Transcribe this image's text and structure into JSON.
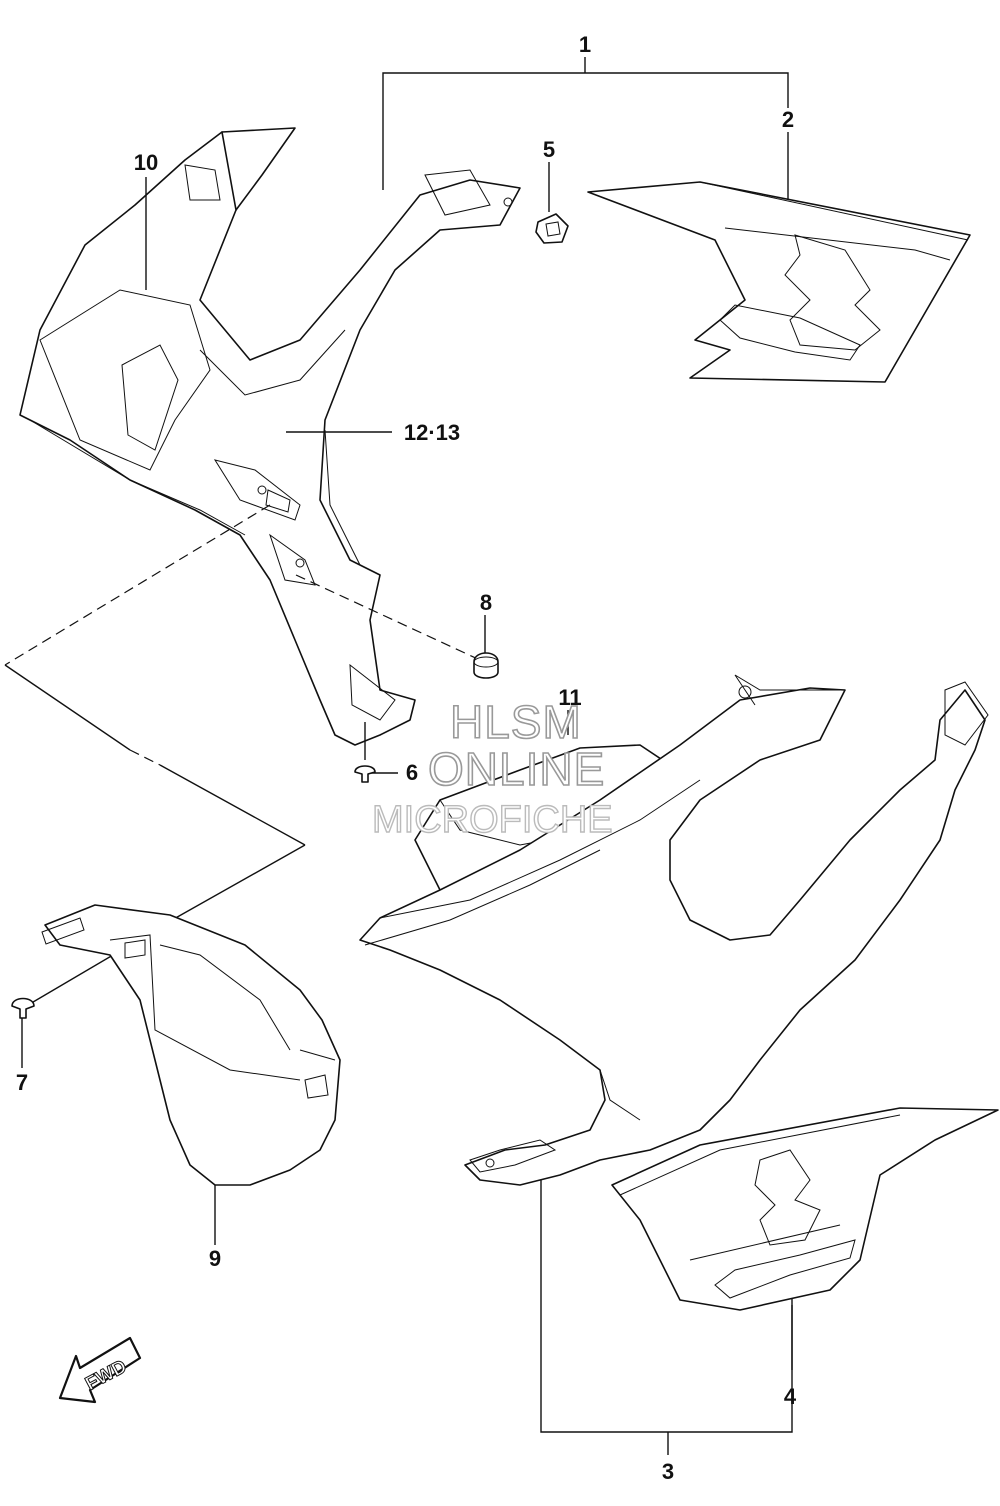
{
  "diagram": {
    "callouts": {
      "c1": "1",
      "c2": "2",
      "c3": "3",
      "c4": "4",
      "c5": "5",
      "c6": "6",
      "c7": "7",
      "c8": "8",
      "c9": "9",
      "c10": "10",
      "c11": "11",
      "c12_13": "12·13"
    },
    "watermark": {
      "line1": "HLSM",
      "line2": "ONLINE",
      "line3": "MICROFICHE"
    },
    "fwd_arrow_label": "FWD"
  }
}
